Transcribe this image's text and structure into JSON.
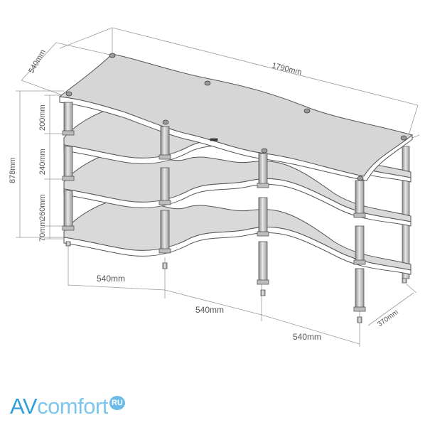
{
  "dimensions": {
    "overall_width": "1790mm",
    "overall_depth": "540mm",
    "overall_height": "878mm",
    "gap_top": "200mm",
    "gap_second": "240mm",
    "gap_third": "260mm",
    "foot_height": "70mm",
    "bay_width_1": "540mm",
    "bay_width_2": "540mm",
    "bay_width_3": "540mm",
    "shelf_depth": "370mm"
  },
  "logo": {
    "prefix": "AV",
    "middle": "comfort",
    "badge": "RU"
  }
}
